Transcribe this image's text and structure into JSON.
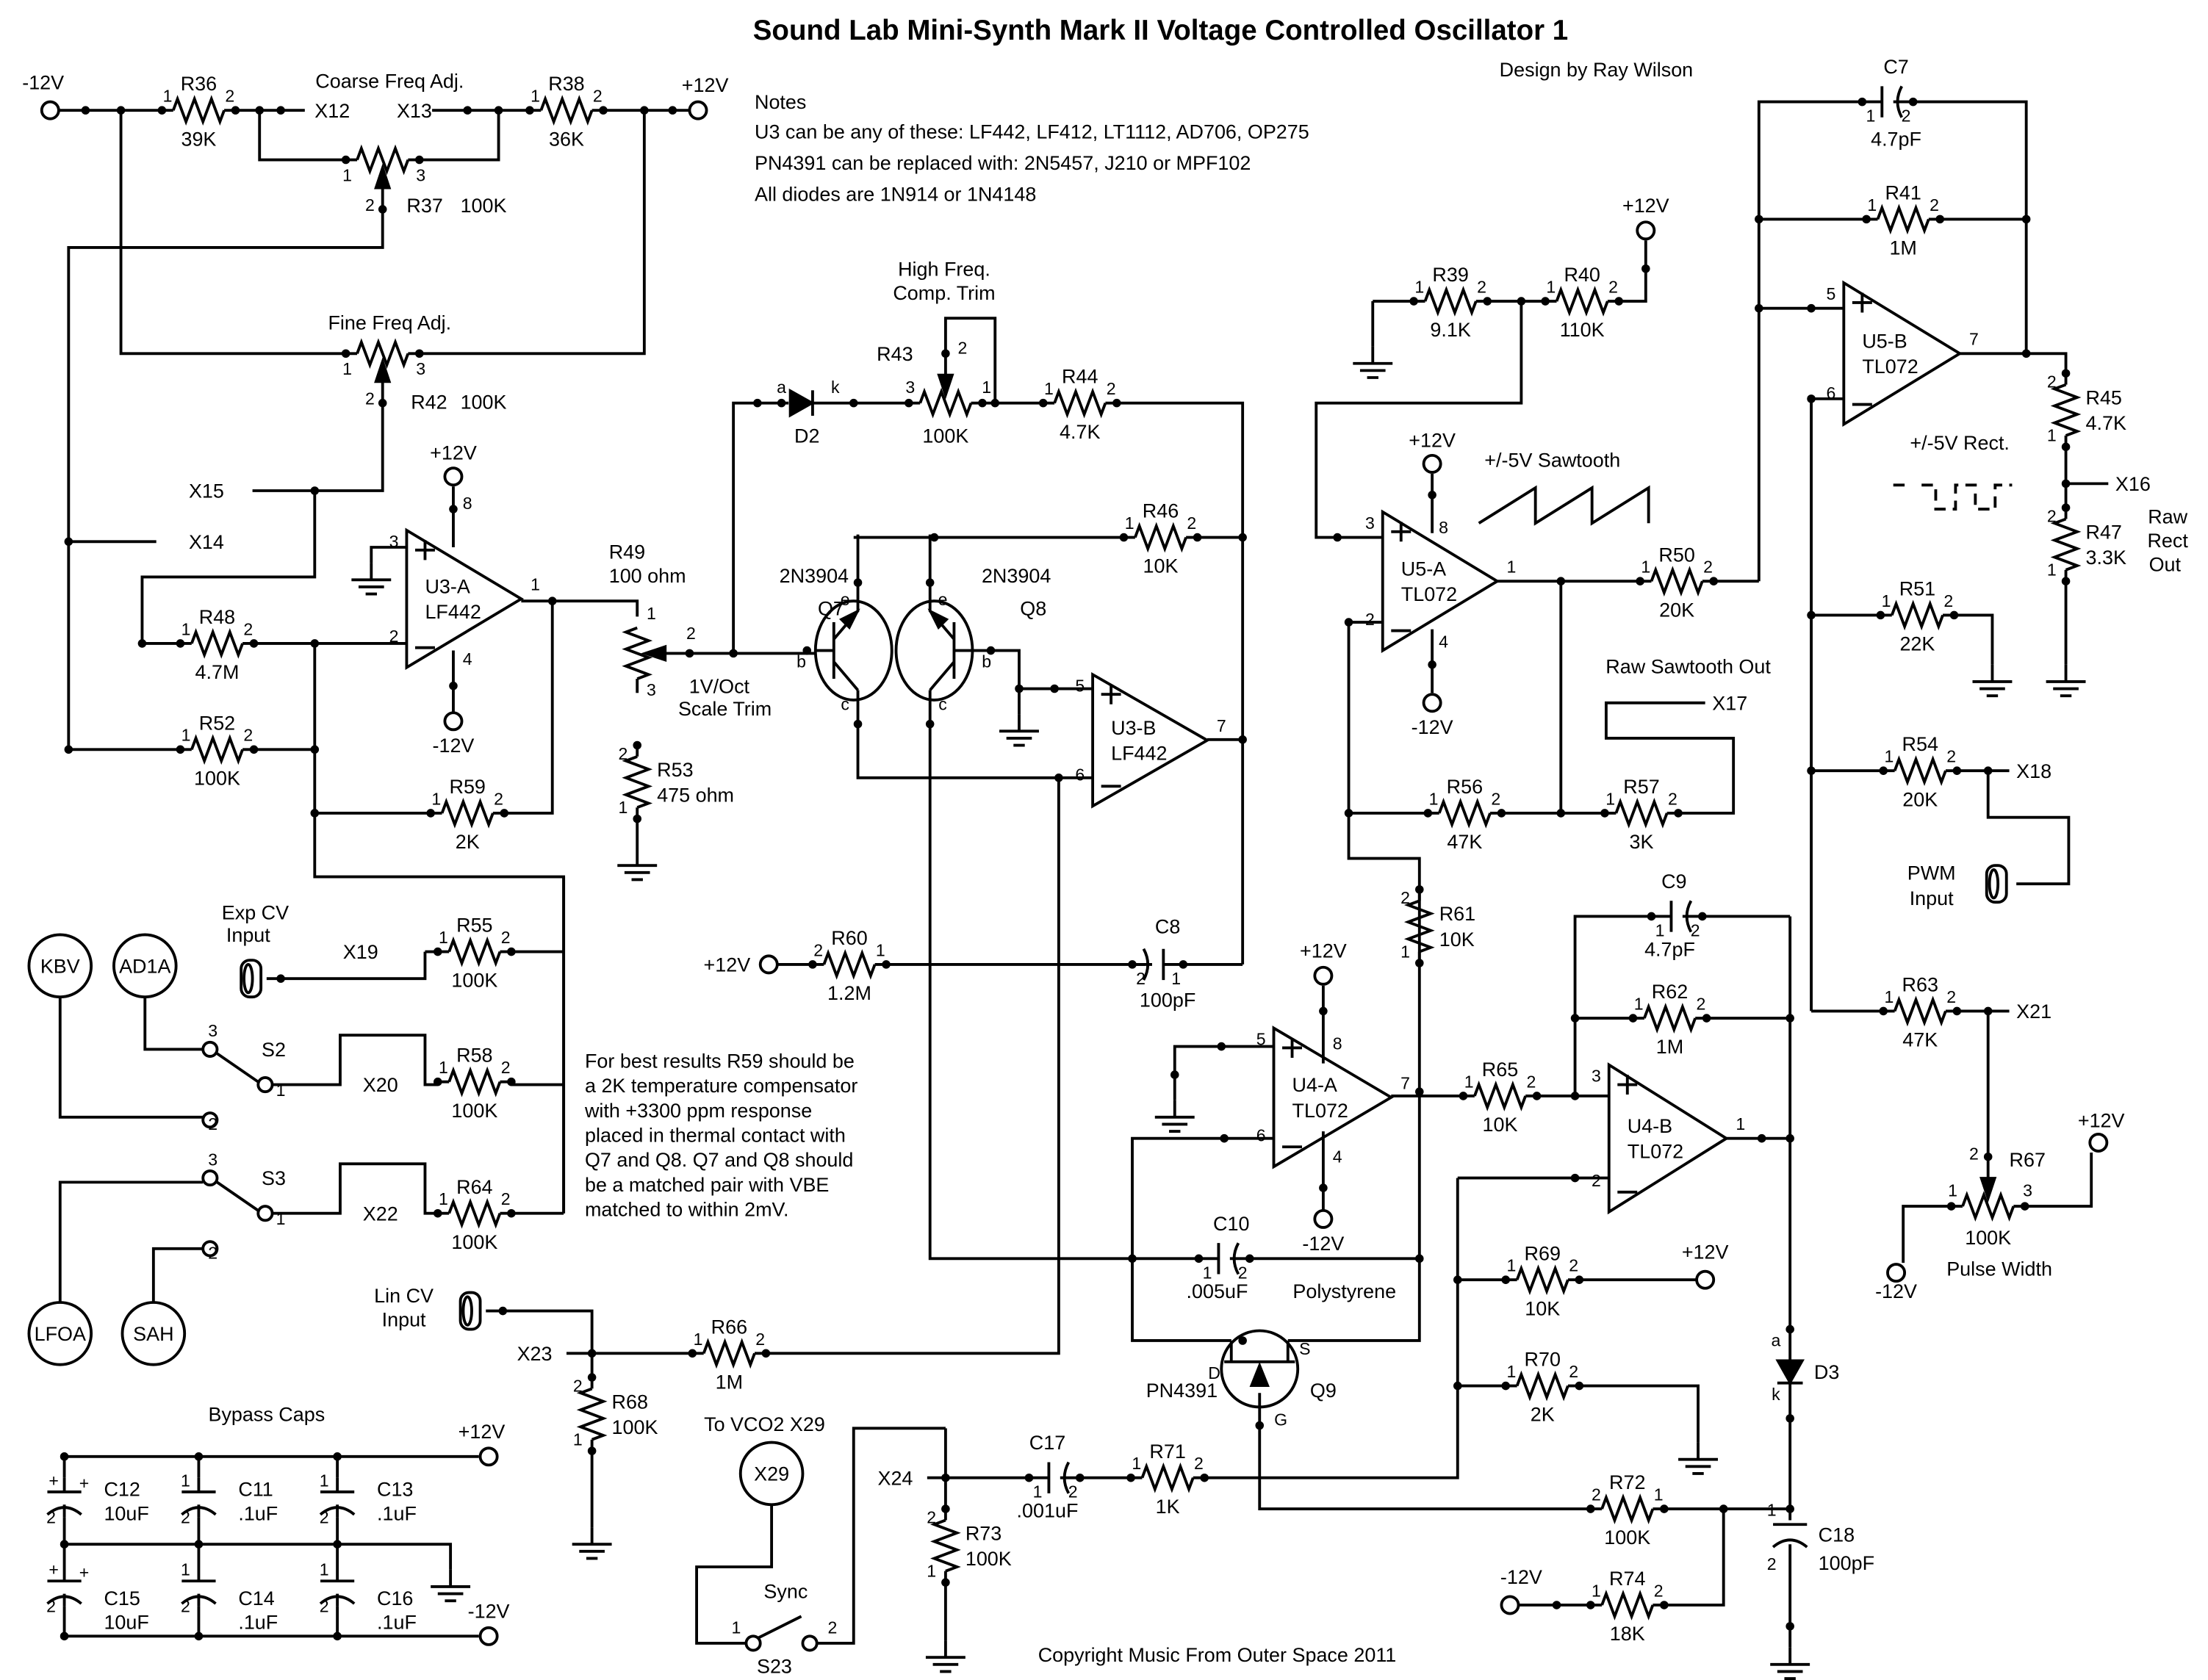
{
  "title": "Sound Lab Mini-Synth Mark II Voltage Controlled Oscillator 1",
  "designer": "Design by Ray Wilson",
  "notes": {
    "heading": "Notes",
    "lines": [
      "U3 can be any of these: LF442, LF412, LT1112, AD706, OP275",
      "PN4391 can be replaced with: 2N5457, J210 or MPF102",
      "All diodes are 1N914 or 1N4148"
    ]
  },
  "comp_note": [
    "For best results R59 should be",
    "a 2K temperature compensator",
    "with +3300 ppm response",
    "placed in thermal contact with",
    "Q7 and Q8. Q7 and Q8 should",
    "be a matched pair with VBE",
    "matched to within 2mV."
  ],
  "copyright": "Copyright Music From Outer Space 2011",
  "power": {
    "pos": "+12V",
    "neg": "-12V"
  },
  "pin": {
    "1": "1",
    "2": "2",
    "3": "3",
    "4": "4",
    "5": "5",
    "6": "6",
    "7": "7",
    "8": "8",
    "a": "a",
    "k": "k",
    "b": "b",
    "c": "c",
    "e": "e",
    "D": "D",
    "S": "S",
    "G": "G",
    "plus": "+"
  },
  "nets": {
    "X12": "X12",
    "X13": "X13",
    "X14": "X14",
    "X15": "X15",
    "X16": "X16",
    "X17": "X17",
    "X18": "X18",
    "X19": "X19",
    "X20": "X20",
    "X21": "X21",
    "X22": "X22",
    "X23": "X23",
    "X24": "X24"
  },
  "labels": {
    "coarse": "Coarse Freq Adj.",
    "fine": "Fine Freq Adj.",
    "hf1": "High Freq.",
    "hf2": "Comp. Trim",
    "trim1": "1V/Oct",
    "trim2": "Scale Trim",
    "expcv1": "Exp CV",
    "expcv2": "Input",
    "lincv1": "Lin CV",
    "lincv2": "Input",
    "pwm1": "PWM",
    "pwm2": "Input",
    "saw": "+/-5V Sawtooth",
    "rect": "+/-5V Rect.",
    "rawrect1": "Raw",
    "rawrect2": "Rect",
    "rawrect3": "Out",
    "rawsaw": "Raw Sawtooth Out",
    "pulsewidth": "Pulse Width",
    "sync": "Sync",
    "tovco2": "To VCO2 X29",
    "polystyrene": "Polystyrene",
    "bypass": "Bypass Caps",
    "KBV": "KBV",
    "AD1A": "AD1A",
    "LFOA": "LFOA",
    "SAH": "SAH",
    "X29": "X29"
  },
  "parts": {
    "R36": {
      "ref": "R36",
      "value": "39K"
    },
    "R37": {
      "ref": "R37",
      "value": "100K"
    },
    "R38": {
      "ref": "R38",
      "value": "36K"
    },
    "R39": {
      "ref": "R39",
      "value": "9.1K"
    },
    "R40": {
      "ref": "R40",
      "value": "110K"
    },
    "R41": {
      "ref": "R41",
      "value": "1M"
    },
    "R42": {
      "ref": "R42",
      "value": "100K"
    },
    "R43": {
      "ref": "R43",
      "value": "100K"
    },
    "R44": {
      "ref": "R44",
      "value": "4.7K"
    },
    "R45": {
      "ref": "R45",
      "value": "4.7K"
    },
    "R46": {
      "ref": "R46",
      "value": "10K"
    },
    "R47": {
      "ref": "R47",
      "value": "3.3K"
    },
    "R48": {
      "ref": "R48",
      "value": "4.7M"
    },
    "R49": {
      "ref": "R49",
      "value": "100 ohm"
    },
    "R50": {
      "ref": "R50",
      "value": "20K"
    },
    "R51": {
      "ref": "R51",
      "value": "22K"
    },
    "R52": {
      "ref": "R52",
      "value": "100K"
    },
    "R53": {
      "ref": "R53",
      "value": "475 ohm"
    },
    "R54": {
      "ref": "R54",
      "value": "20K"
    },
    "R55": {
      "ref": "R55",
      "value": "100K"
    },
    "R56": {
      "ref": "R56",
      "value": "47K"
    },
    "R57": {
      "ref": "R57",
      "value": "3K"
    },
    "R58": {
      "ref": "R58",
      "value": "100K"
    },
    "R59": {
      "ref": "R59",
      "value": "2K"
    },
    "R60": {
      "ref": "R60",
      "value": "1.2M"
    },
    "R61": {
      "ref": "R61",
      "value": "10K"
    },
    "R62": {
      "ref": "R62",
      "value": "1M"
    },
    "R63": {
      "ref": "R63",
      "value": "47K"
    },
    "R64": {
      "ref": "R64",
      "value": "100K"
    },
    "R65": {
      "ref": "R65",
      "value": "10K"
    },
    "R66": {
      "ref": "R66",
      "value": "1M"
    },
    "R67": {
      "ref": "R67",
      "value": "100K"
    },
    "R68": {
      "ref": "R68",
      "value": "100K"
    },
    "R69": {
      "ref": "R69",
      "value": "10K"
    },
    "R70": {
      "ref": "R70",
      "value": "2K"
    },
    "R71": {
      "ref": "R71",
      "value": "1K"
    },
    "R72": {
      "ref": "R72",
      "value": "100K"
    },
    "R73": {
      "ref": "R73",
      "value": "100K"
    },
    "R74": {
      "ref": "R74",
      "value": "18K"
    },
    "C7": {
      "ref": "C7",
      "value": "4.7pF"
    },
    "C8": {
      "ref": "C8",
      "value": "100pF"
    },
    "C9": {
      "ref": "C9",
      "value": "4.7pF"
    },
    "C10": {
      "ref": "C10",
      "value": ".005uF"
    },
    "C11": {
      "ref": "C11",
      "value": ".1uF"
    },
    "C12": {
      "ref": "C12",
      "value": "10uF"
    },
    "C13": {
      "ref": "C13",
      "value": ".1uF"
    },
    "C14": {
      "ref": "C14",
      "value": ".1uF"
    },
    "C15": {
      "ref": "C15",
      "value": "10uF"
    },
    "C16": {
      "ref": "C16",
      "value": ".1uF"
    },
    "C17": {
      "ref": "C17",
      "value": ".001uF"
    },
    "C18": {
      "ref": "C18",
      "value": "100pF"
    },
    "D2": {
      "ref": "D2"
    },
    "D3": {
      "ref": "D3"
    },
    "Q7": {
      "ref": "Q7",
      "value": "2N3904"
    },
    "Q8": {
      "ref": "Q8",
      "value": "2N3904"
    },
    "Q9": {
      "ref": "Q9",
      "value": "PN4391"
    },
    "U3A": {
      "ref": "U3-A",
      "value": "LF442"
    },
    "U3B": {
      "ref": "U3-B",
      "value": "LF442"
    },
    "U4A": {
      "ref": "U4-A",
      "value": "TL072"
    },
    "U4B": {
      "ref": "U4-B",
      "value": "TL072"
    },
    "U5A": {
      "ref": "U5-A",
      "value": "TL072"
    },
    "U5B": {
      "ref": "U5-B",
      "value": "TL072"
    },
    "S2": {
      "ref": "S2"
    },
    "S3": {
      "ref": "S3"
    },
    "S23": {
      "ref": "S23"
    }
  }
}
